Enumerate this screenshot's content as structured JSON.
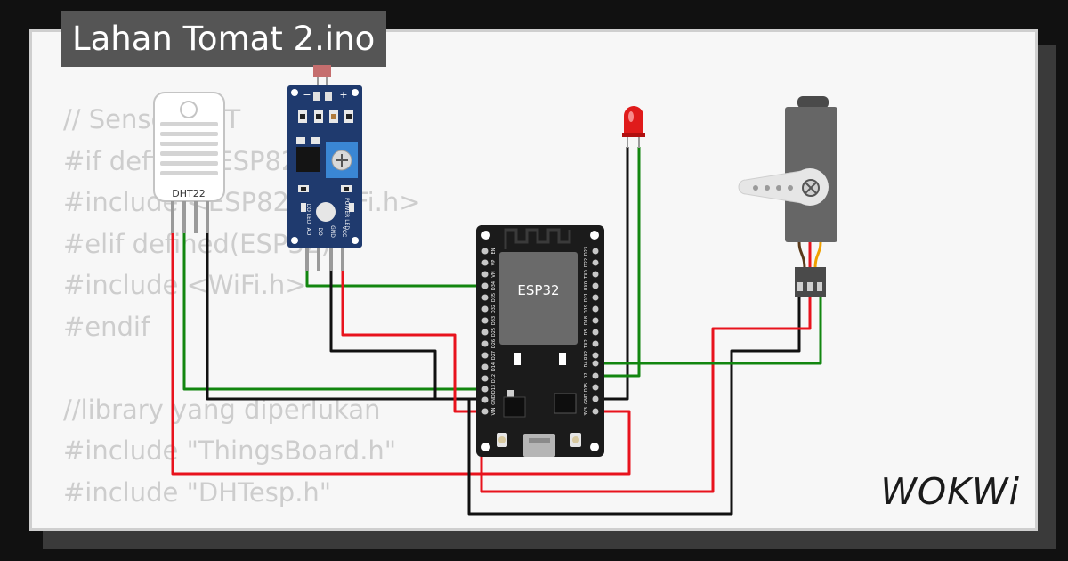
{
  "project": {
    "title": "Lahan Tomat 2.ino"
  },
  "code_lines": [
    "// Sensor DHT",
    "#if defined(ESP8266)",
    "#include <ESP8266WiFi.h>",
    "#elif defined(ESP32)",
    "#include <WiFi.h>",
    "#endif",
    "",
    "//library yang diperlukan",
    "#include \"ThingsBoard.h\"",
    "#include \"DHTesp.h\""
  ],
  "components": {
    "dht": {
      "label": "DHT22"
    },
    "ldr": {
      "pin_minus": "−",
      "pin_plus": "+",
      "led_do": "DO LED",
      "led_power": "POWER LED",
      "pins": [
        "AO",
        "DO",
        "GND",
        "VCC"
      ]
    },
    "esp32": {
      "label": "ESP32",
      "left_pins": [
        "EN",
        "VP",
        "VN",
        "D34",
        "D35",
        "D32",
        "D33",
        "D25",
        "D26",
        "D27",
        "D14",
        "D12",
        "D13",
        "GND",
        "VIN"
      ],
      "right_pins": [
        "D23",
        "D22",
        "TX0",
        "RX0",
        "D21",
        "D19",
        "D18",
        "D5",
        "TX2",
        "RX2",
        "D4",
        "D2",
        "D15",
        "GND",
        "3V3"
      ]
    }
  },
  "logo": {
    "text": "WOKWi"
  },
  "colors": {
    "red_wire": "#e8131d",
    "green_wire": "#12860f",
    "black_wire": "#111111",
    "board": "#1b1b1b",
    "ldr_board": "#1f3a6e",
    "servo": "#666666"
  },
  "icons": {
    "dht": "dht22-sensor-icon",
    "ldr": "photoresistor-module-icon",
    "led": "red-led-icon",
    "servo": "servo-motor-icon",
    "esp32": "esp32-board-icon"
  }
}
